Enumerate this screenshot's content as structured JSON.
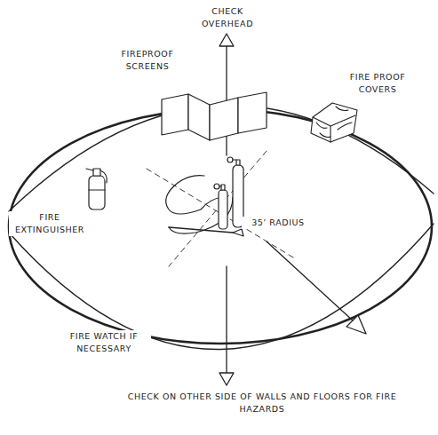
{
  "diagram": {
    "labels": [
      "CHECK OVERHEAD",
      "FIREPROOF SCREENS",
      "FIRE PROOF COVERS",
      "FIRE EXTINGUISHER",
      "35' RADIUS",
      "FIRE WATCH IF NECESSARY",
      "CHECK ON OTHER SIDE OF WALLS AND FLOORS FOR FIRE HAZARDS"
    ]
  }
}
